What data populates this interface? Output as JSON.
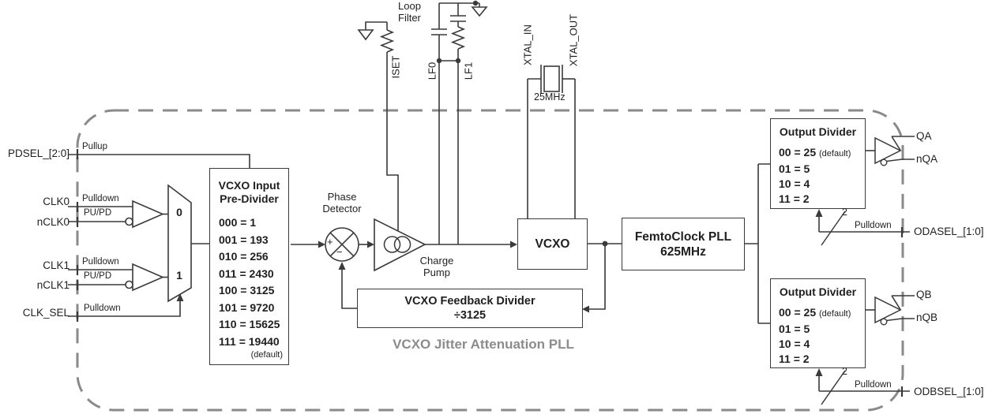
{
  "diagram": {
    "title": "VCXO Jitter Attenuation PLL",
    "colors": {
      "line": "#3a3a3a",
      "text": "#1f1f1f",
      "dashed_border": "#8a8a8a",
      "gray_title": "#8c8c8c"
    }
  },
  "inputs": {
    "pdsel": {
      "label": "PDSEL_[2:0]",
      "resistor": "Pullup"
    },
    "clk0": {
      "label": "CLK0",
      "resistor": "Pulldown"
    },
    "nclk0": {
      "label": "nCLK0",
      "resistor": "PU/PD"
    },
    "clk1": {
      "label": "CLK1",
      "resistor": "Pulldown"
    },
    "nclk1": {
      "label": "nCLK1",
      "resistor": "PU/PD"
    },
    "clk_sel": {
      "label": "CLK_SEL",
      "resistor": "Pulldown"
    }
  },
  "mux": {
    "input0": "0",
    "input1": "1"
  },
  "predivider": {
    "title_line1": "VCXO Input",
    "title_line2": "Pre-Divider",
    "rows": [
      "000 = 1",
      "001 = 193",
      "010 = 256",
      "011 = 2430",
      "100 = 3125",
      "101 = 9720",
      "110 = 15625",
      "111 = 19440"
    ],
    "default_note": "(default)"
  },
  "phase_detector": {
    "label_line1": "Phase",
    "label_line2": "Detector",
    "plus": "+",
    "minus": "−"
  },
  "charge_pump": {
    "label_line1": "Charge",
    "label_line2": "Pump"
  },
  "loop_filter": {
    "label_line1": "Loop",
    "label_line2": "Filter",
    "iset": "ISET",
    "lf0": "LF0",
    "lf1": "LF1"
  },
  "crystal": {
    "xtal_in": "XTAL_IN",
    "xtal_out": "XTAL_OUT",
    "frequency": "25MHz"
  },
  "vcxo": {
    "label": "VCXO"
  },
  "femtoclock": {
    "label_line1": "FemtoClock PLL",
    "label_line2": "625MHz"
  },
  "feedback_divider": {
    "label_line1": "VCXO Feedback Divider",
    "label_line2": "÷3125"
  },
  "output_divider_a": {
    "title": "Output Divider",
    "row0": "00 = 25",
    "default_note": "(default)",
    "rows": [
      "01 = 5",
      "10 = 4",
      "11 = 2"
    ]
  },
  "output_divider_b": {
    "title": "Output Divider",
    "row0": "00 = 25",
    "default_note": "(default)",
    "rows": [
      "01 = 5",
      "10 = 4",
      "11 = 2"
    ]
  },
  "outputs": {
    "qa": "QA",
    "nqa": "nQA",
    "qb": "QB",
    "nqb": "nQB"
  },
  "select_a": {
    "label": "ODASEL_[1:0]",
    "bus_width": "2",
    "resistor": "Pulldown"
  },
  "select_b": {
    "label": "ODBSEL_[1:0]",
    "bus_width": "2",
    "resistor": "Pulldown"
  }
}
